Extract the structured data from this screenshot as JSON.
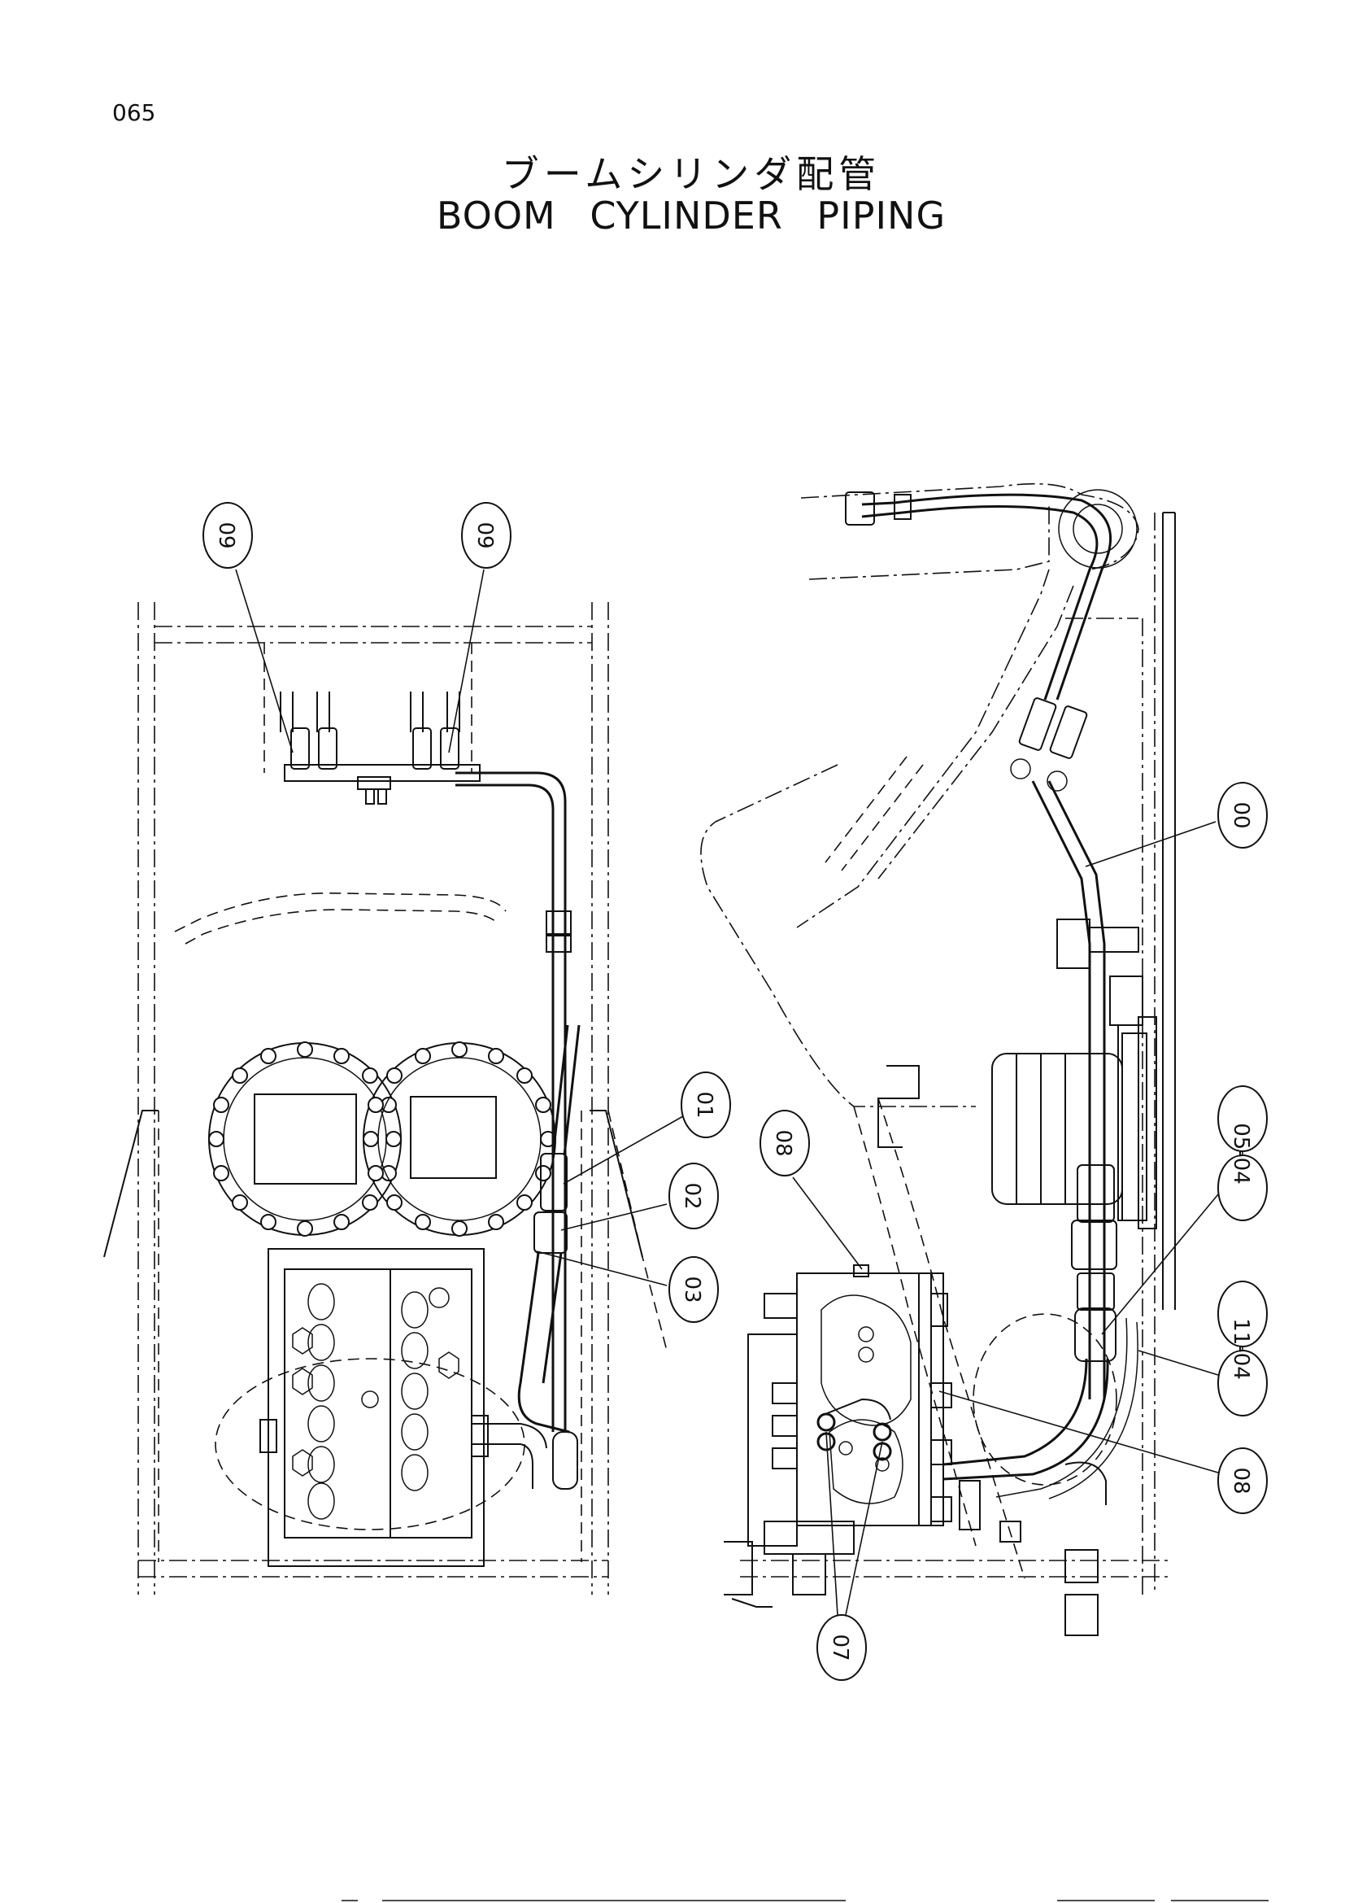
{
  "page_number": "065",
  "title_jp": "ブームシリンダ配管",
  "title_en": "BOOM   CYLINDER   PIPING",
  "callouts": {
    "c09a": "09",
    "c09b": "09",
    "c01": "01",
    "c02": "02",
    "c03": "03",
    "c08a": "08",
    "c00": "00",
    "c0504": "05-04",
    "c1104": "11-04",
    "c08b": "08",
    "c07": "07"
  }
}
